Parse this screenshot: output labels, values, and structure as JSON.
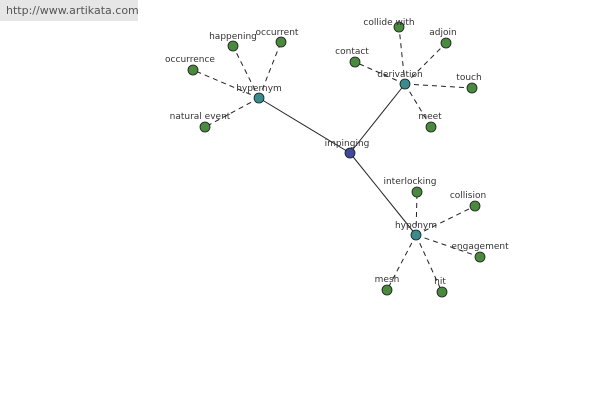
{
  "source_url": "http://www.artikata.com",
  "colors": {
    "center_node": "#3f4a9b",
    "group_node": "#3a8c8c",
    "leaf_node": "#4a8a3f",
    "node_stroke": "#1a1a1a",
    "edge": "#222222"
  },
  "graph": {
    "center": {
      "id": "impinging",
      "label": "impinging"
    },
    "groups": [
      {
        "id": "hypernym",
        "label": "hypernym",
        "leaves": [
          {
            "id": "happening",
            "label": "happening"
          },
          {
            "id": "occurrent",
            "label": "occurrent"
          },
          {
            "id": "occurrence",
            "label": "occurrence"
          },
          {
            "id": "natural-event",
            "label": "natural event"
          }
        ]
      },
      {
        "id": "derivation",
        "label": "derivation",
        "leaves": [
          {
            "id": "collide-with",
            "label": "collide with"
          },
          {
            "id": "adjoin",
            "label": "adjoin"
          },
          {
            "id": "contact",
            "label": "contact"
          },
          {
            "id": "touch",
            "label": "touch"
          },
          {
            "id": "meet",
            "label": "meet"
          }
        ]
      },
      {
        "id": "hyponym",
        "label": "hyponym",
        "leaves": [
          {
            "id": "interlocking",
            "label": "interlocking"
          },
          {
            "id": "collision",
            "label": "collision"
          },
          {
            "id": "engagement",
            "label": "engagement"
          },
          {
            "id": "mesh",
            "label": "mesh"
          },
          {
            "id": "hit",
            "label": "hit"
          }
        ]
      }
    ]
  }
}
